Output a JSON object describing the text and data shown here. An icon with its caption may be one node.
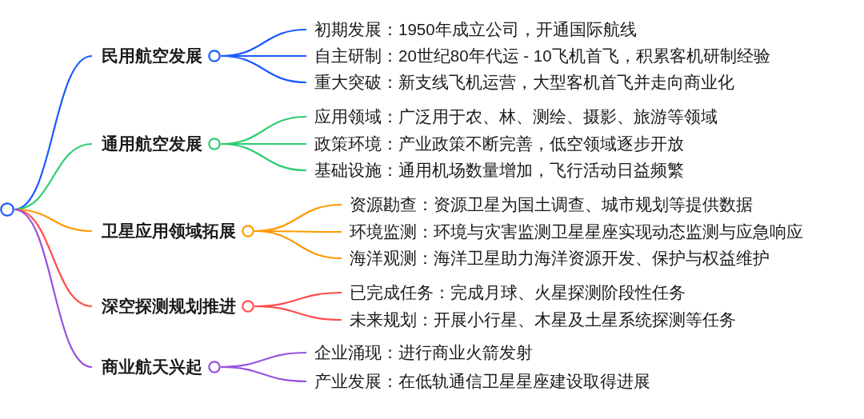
{
  "diagram": {
    "nodes": [
      {
        "text": [],
        "shape": "circle"
      },
      {
        "text": [
          "民用航空发展"
        ]
      },
      {
        "text": [
          "初期发展：1950年成立公司，开通国际航线"
        ]
      },
      {
        "text": [
          "自主研制：20世纪80年代运 - 10飞机首飞，积累客机研制经验"
        ]
      },
      {
        "text": [
          "重大突破：新支线飞机运营，大型客机首飞并走向商业化"
        ]
      },
      {
        "text": [
          "通用航空发展"
        ]
      },
      {
        "text": [
          "应用领域：广泛用于农、林、测绘、摄影、旅游等领域"
        ]
      },
      {
        "text": [
          "政策环境：产业政策不断完善，低空领域逐步开放"
        ]
      },
      {
        "text": [
          "基础设施：通用机场数量增加，飞行活动日益频繁"
        ]
      },
      {
        "text": [
          "卫星应用领域拓展"
        ]
      },
      {
        "text": [
          "资源勘查：资源卫星为国土调查、城市规划等提供数据"
        ]
      },
      {
        "text": [
          "环境监测：环境与灾害监测卫星星座实现动态监测与应急响应"
        ]
      },
      {
        "text": [
          "海洋观测：海洋卫星助力海洋资源开发、保护与权益维护"
        ]
      },
      {
        "text": [
          "深空探测规划推进"
        ]
      },
      {
        "text": [
          "已完成任务：完成月球、火星探测阶段性任务"
        ]
      },
      {
        "text": [
          "未来规划：开展小行星、木星及土星系统探测等任务"
        ]
      },
      {
        "text": [
          "商业航天兴起"
        ]
      },
      {
        "text": [
          "企业涌现：进行商业火箭发射"
        ]
      },
      {
        "text": [
          "产业发展：在低轨通信卫星星座建设取得进展"
        ]
      }
    ],
    "edges": [
      {
        "from": 0,
        "to": 1,
        "arrow": "none",
        "color": "#1a5cff"
      },
      {
        "from": 1,
        "to": 2,
        "arrow": "none",
        "color": "#1a5cff"
      },
      {
        "from": 1,
        "to": 3,
        "arrow": "none",
        "color": "#1a5cff"
      },
      {
        "from": 1,
        "to": 4,
        "arrow": "none",
        "color": "#1a5cff"
      },
      {
        "from": 0,
        "to": 5,
        "arrow": "none",
        "color": "#2ecc71"
      },
      {
        "from": 5,
        "to": 6,
        "arrow": "none",
        "color": "#2ecc71"
      },
      {
        "from": 5,
        "to": 7,
        "arrow": "none",
        "color": "#2ecc71"
      },
      {
        "from": 5,
        "to": 8,
        "arrow": "none",
        "color": "#2ecc71"
      },
      {
        "from": 0,
        "to": 9,
        "arrow": "none",
        "color": "#ff9900"
      },
      {
        "from": 9,
        "to": 10,
        "arrow": "none",
        "color": "#ff9900"
      },
      {
        "from": 9,
        "to": 11,
        "arrow": "none",
        "color": "#ff9900"
      },
      {
        "from": 9,
        "to": 12,
        "arrow": "none",
        "color": "#ff9900"
      },
      {
        "from": 0,
        "to": 13,
        "arrow": "none",
        "color": "#ff4d4d"
      },
      {
        "from": 13,
        "to": 14,
        "arrow": "none",
        "color": "#ff4d4d"
      },
      {
        "from": 13,
        "to": 15,
        "arrow": "none",
        "color": "#ff4d4d"
      },
      {
        "from": 0,
        "to": 16,
        "arrow": "none",
        "color": "#9b51e0"
      },
      {
        "from": 16,
        "to": 17,
        "arrow": "none",
        "color": "#9b51e0"
      },
      {
        "from": 16,
        "to": 18,
        "arrow": "none",
        "color": "#9b51e0"
      }
    ]
  }
}
